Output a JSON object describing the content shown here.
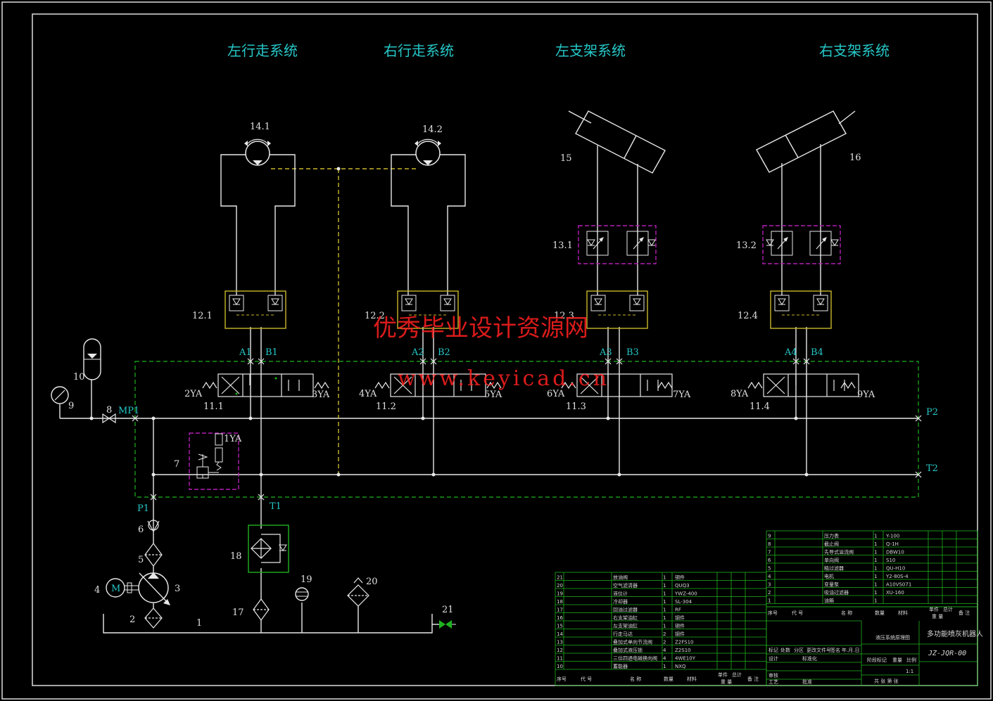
{
  "systems": {
    "left_walk": "左行走系统",
    "right_walk": "右行走系统",
    "left_support": "左支架系统",
    "right_support": "右支架系统"
  },
  "components": {
    "motor1": "14.1",
    "motor2": "14.2",
    "cyl1": "15",
    "cyl2": "16",
    "throttle1": "13.1",
    "throttle2": "13.2",
    "lock1": "12.1",
    "lock2": "12.2",
    "lock3": "12.3",
    "lock4": "12.4",
    "valve1": "11.1",
    "valve2": "11.2",
    "valve3": "11.3",
    "valve4": "11.4",
    "accumulator": "10",
    "gauge": "9",
    "gauge_valve": "8",
    "relief": "7",
    "check": "6",
    "filter": "5",
    "motor": "4",
    "pump": "3",
    "suction_filter": "2",
    "tank": "1",
    "cooler": "18",
    "return_filter": "17",
    "thermometer": "19",
    "air_filter": "20",
    "drain_valve": "21",
    "motor_symbol": "M"
  },
  "ports": {
    "A1": "A1",
    "B1": "B1",
    "A2": "A2",
    "B2": "B2",
    "A3": "A3",
    "B3": "B3",
    "A4": "A4",
    "B4": "B4",
    "MP1": "MP1",
    "P1": "P1",
    "T1": "T1",
    "P2": "P2",
    "T2": "T2"
  },
  "solenoids": {
    "s1": "1YA",
    "s2": "2YA",
    "s3": "3YA",
    "s4": "4YA",
    "s5": "5YA",
    "s6": "6YA",
    "s7": "7YA",
    "s8": "8YA",
    "s9": "9YA"
  },
  "watermark": {
    "cn": "优秀毕业设计资源网",
    "url": "www.keyicad.cn"
  },
  "title_block": {
    "drawing_name": "多功能喷灰机器人",
    "drawing_no": "JZ-JQR-00",
    "sheet_title": "液压系统原理图",
    "scale": "1:1",
    "bom_upper": [
      {
        "no": "9",
        "name": "压力表",
        "qty": "1",
        "spec": "Y-100"
      },
      {
        "no": "8",
        "name": "截止阀",
        "qty": "1",
        "spec": "Q-1H"
      },
      {
        "no": "7",
        "name": "先导式溢流阀",
        "qty": "1",
        "spec": "DBW10"
      },
      {
        "no": "6",
        "name": "单向阀",
        "qty": "1",
        "spec": "S10"
      },
      {
        "no": "5",
        "name": "精过滤器",
        "qty": "1",
        "spec": "QU-H10"
      },
      {
        "no": "4",
        "name": "电机",
        "qty": "1",
        "spec": "Y2-80S-4"
      },
      {
        "no": "3",
        "name": "变量泵",
        "qty": "1",
        "spec": "A10VS071"
      },
      {
        "no": "2",
        "name": "吸油过滤器",
        "qty": "1",
        "spec": "XU-160"
      },
      {
        "no": "1",
        "name": "油箱",
        "qty": "1",
        "spec": ""
      }
    ],
    "bom_lower": [
      {
        "no": "21",
        "name": "放油阀",
        "qty": "1",
        "spec": "钢件"
      },
      {
        "no": "20",
        "name": "空气滤清器",
        "qty": "1",
        "spec": "QUQ3"
      },
      {
        "no": "19",
        "name": "液位计",
        "qty": "1",
        "spec": "YWZ-400"
      },
      {
        "no": "18",
        "name": "冷却器",
        "qty": "1",
        "spec": "SL-304"
      },
      {
        "no": "17",
        "name": "回油过滤器",
        "qty": "1",
        "spec": "RF"
      },
      {
        "no": "16",
        "name": "右支架油缸",
        "qty": "1",
        "spec": "钢件"
      },
      {
        "no": "15",
        "name": "左支架油缸",
        "qty": "1",
        "spec": "钢件"
      },
      {
        "no": "14",
        "name": "行走马达",
        "qty": "2",
        "spec": "钢件"
      },
      {
        "no": "13",
        "name": "叠加式单向节流阀",
        "qty": "2",
        "spec": "Z2FS10"
      },
      {
        "no": "12",
        "name": "叠加式液压锁",
        "qty": "4",
        "spec": "Z2S10"
      },
      {
        "no": "11",
        "name": "三位四通电磁换向阀",
        "qty": "4",
        "spec": "4WE10Y"
      },
      {
        "no": "10",
        "name": "蓄能器",
        "qty": "1",
        "spec": "NXQ"
      }
    ],
    "hdr_no": "序号",
    "hdr_code": "代 号",
    "hdr_name": "名 称",
    "hdr_qty": "数量",
    "hdr_mat": "材料",
    "hdr_wt_single": "单件",
    "hdr_wt_total": "总计",
    "hdr_weight": "重 量",
    "hdr_note": "备 注",
    "row_mark": "标记",
    "row_count": "处数",
    "row_zone": "分区",
    "row_change": "更改文件号",
    "row_sign": "签名",
    "row_date": "年.月.日",
    "row_design": "设计",
    "row_std": "标准化",
    "row_check": "审核",
    "row_process": "工艺",
    "row_approve": "批准",
    "stage": "阶段标记",
    "weight": "重量",
    "scale_lbl": "比例",
    "sheets": "共 张 第 张"
  },
  "colors": {
    "line": "#e8e8e8",
    "border": "#dcdcdc",
    "green_dash": "#1fb21f",
    "pilot": "#c8b62a",
    "throttle_box": "#b21fb2",
    "lock_box": "#c8b62a",
    "text_cyan": "#27c7c7",
    "watermark": "#ff2020",
    "title_green": "#1fb21f"
  }
}
